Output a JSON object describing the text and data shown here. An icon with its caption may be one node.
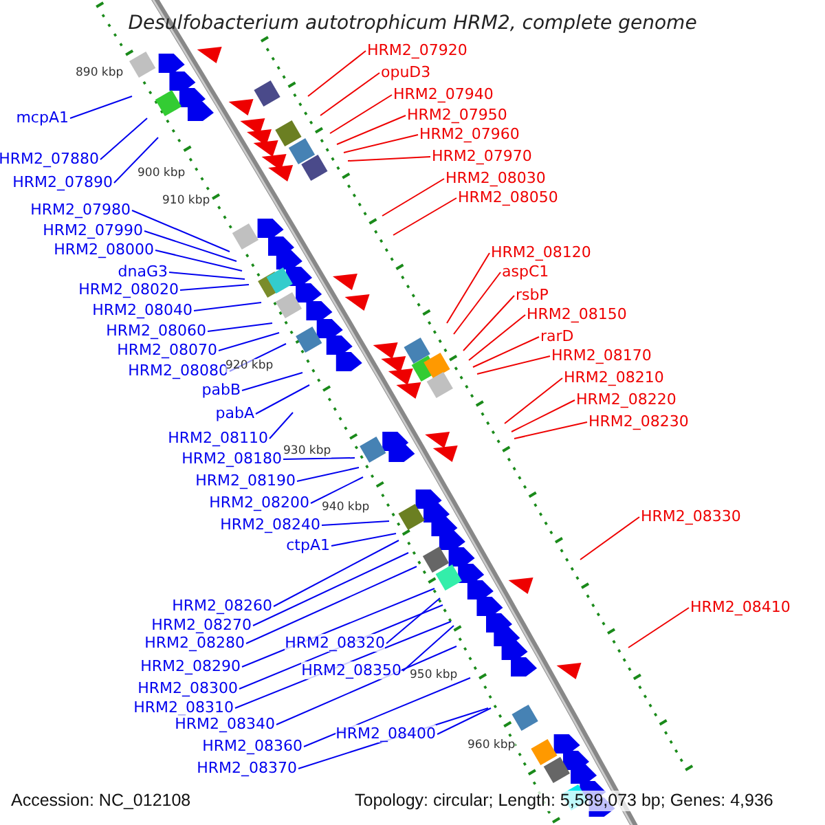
{
  "diagram": {
    "title": "Desulfobacterium autotrophicum HRM2, complete genome",
    "nodes": [
      {
        "text": [
          "mcpA1"
        ]
      },
      {
        "text": [
          "HRM2_07880"
        ]
      },
      {
        "text": [
          "HRM2_07890"
        ]
      },
      {
        "text": [
          "HRM2_07980"
        ]
      },
      {
        "text": [
          "HRM2_07990"
        ]
      },
      {
        "text": [
          "HRM2_08000"
        ]
      },
      {
        "text": [
          "dnaG3"
        ]
      },
      {
        "text": [
          "HRM2_08020"
        ]
      },
      {
        "text": [
          "HRM2_08040"
        ]
      },
      {
        "text": [
          "HRM2_08060"
        ]
      },
      {
        "text": [
          "HRM2_08070"
        ]
      },
      {
        "text": [
          "HRM2_08080"
        ]
      },
      {
        "text": [
          "pabB"
        ]
      },
      {
        "text": [
          "pabA"
        ]
      },
      {
        "text": [
          "HRM2_08110"
        ]
      },
      {
        "text": [
          "HRM2_08180"
        ]
      },
      {
        "text": [
          "HRM2_08190"
        ]
      },
      {
        "text": [
          "HRM2_08200"
        ]
      },
      {
        "text": [
          "HRM2_08240"
        ]
      },
      {
        "text": [
          "ctpA1"
        ]
      },
      {
        "text": [
          "HRM2_08260"
        ]
      },
      {
        "text": [
          "HRM2_08270"
        ]
      },
      {
        "text": [
          "HRM2_08280"
        ]
      },
      {
        "text": [
          "HRM2_08320"
        ]
      },
      {
        "text": [
          "HRM2_08290"
        ]
      },
      {
        "text": [
          "HRM2_08350"
        ]
      },
      {
        "text": [
          "HRM2_08300"
        ]
      },
      {
        "text": [
          "HRM2_08310"
        ]
      },
      {
        "text": [
          "HRM2_08340"
        ]
      },
      {
        "text": [
          "HRM2_08400"
        ]
      },
      {
        "text": [
          "HRM2_08360"
        ]
      },
      {
        "text": [
          "HRM2_08370"
        ]
      },
      {
        "text": [
          "HRM2_07920"
        ]
      },
      {
        "text": [
          "opuD3"
        ]
      },
      {
        "text": [
          "HRM2_07940"
        ]
      },
      {
        "text": [
          "HRM2_07950"
        ]
      },
      {
        "text": [
          "HRM2_07960"
        ]
      },
      {
        "text": [
          "HRM2_07970"
        ]
      },
      {
        "text": [
          "HRM2_08030"
        ]
      },
      {
        "text": [
          "HRM2_08050"
        ]
      },
      {
        "text": [
          "HRM2_08120"
        ]
      },
      {
        "text": [
          "aspC1"
        ]
      },
      {
        "text": [
          "rsbP"
        ]
      },
      {
        "text": [
          "HRM2_08150"
        ]
      },
      {
        "text": [
          "rarD"
        ]
      },
      {
        "text": [
          "HRM2_08170"
        ]
      },
      {
        "text": [
          "HRM2_08210"
        ]
      },
      {
        "text": [
          "HRM2_08220"
        ]
      },
      {
        "text": [
          "HRM2_08230"
        ]
      },
      {
        "text": [
          "HRM2_08330"
        ]
      },
      {
        "text": [
          "HRM2_08410"
        ]
      }
    ],
    "edges": [
      {
        "from": 0,
        "to": null,
        "arrow": "none"
      },
      {
        "from": 1,
        "to": null,
        "arrow": "none"
      },
      {
        "from": 2,
        "to": null,
        "arrow": "none"
      },
      {
        "from": 3,
        "to": null,
        "arrow": "none"
      },
      {
        "from": 4,
        "to": null,
        "arrow": "none"
      },
      {
        "from": 5,
        "to": null,
        "arrow": "none"
      },
      {
        "from": 6,
        "to": null,
        "arrow": "none"
      },
      {
        "from": 7,
        "to": null,
        "arrow": "none"
      },
      {
        "from": 8,
        "to": null,
        "arrow": "none"
      },
      {
        "from": 9,
        "to": null,
        "arrow": "none"
      },
      {
        "from": 10,
        "to": null,
        "arrow": "none"
      },
      {
        "from": 11,
        "to": null,
        "arrow": "none"
      },
      {
        "from": 12,
        "to": null,
        "arrow": "none"
      },
      {
        "from": 13,
        "to": null,
        "arrow": "none"
      },
      {
        "from": 14,
        "to": null,
        "arrow": "none"
      },
      {
        "from": 15,
        "to": null,
        "arrow": "none"
      },
      {
        "from": 16,
        "to": null,
        "arrow": "none"
      },
      {
        "from": 17,
        "to": null,
        "arrow": "none"
      },
      {
        "from": 18,
        "to": null,
        "arrow": "none"
      },
      {
        "from": 19,
        "to": null,
        "arrow": "none"
      },
      {
        "from": 20,
        "to": null,
        "arrow": "none"
      },
      {
        "from": 21,
        "to": null,
        "arrow": "none"
      },
      {
        "from": 22,
        "to": null,
        "arrow": "none"
      },
      {
        "from": 23,
        "to": null,
        "arrow": "none"
      },
      {
        "from": 24,
        "to": null,
        "arrow": "none"
      },
      {
        "from": 25,
        "to": null,
        "arrow": "none"
      },
      {
        "from": 26,
        "to": null,
        "arrow": "none"
      },
      {
        "from": 27,
        "to": null,
        "arrow": "none"
      },
      {
        "from": 28,
        "to": null,
        "arrow": "none"
      },
      {
        "from": 29,
        "to": null,
        "arrow": "none"
      },
      {
        "from": 30,
        "to": null,
        "arrow": "none"
      },
      {
        "from": 31,
        "to": null,
        "arrow": "none"
      },
      {
        "from": 32,
        "to": null,
        "arrow": "none",
        "color": "#ee0000"
      },
      {
        "from": 33,
        "to": null,
        "arrow": "none",
        "color": "#ee0000"
      },
      {
        "from": 34,
        "to": null,
        "arrow": "none",
        "color": "#ee0000"
      },
      {
        "from": 35,
        "to": null,
        "arrow": "none",
        "color": "#ee0000"
      },
      {
        "from": 36,
        "to": null,
        "arrow": "none",
        "color": "#ee0000"
      },
      {
        "from": 37,
        "to": null,
        "arrow": "none",
        "color": "#ee0000"
      },
      {
        "from": 38,
        "to": null,
        "arrow": "none",
        "color": "#ee0000"
      },
      {
        "from": 39,
        "to": null,
        "arrow": "none",
        "color": "#ee0000"
      },
      {
        "from": 40,
        "to": null,
        "arrow": "none",
        "color": "#ee0000"
      },
      {
        "from": 41,
        "to": null,
        "arrow": "none",
        "color": "#ee0000"
      },
      {
        "from": 42,
        "to": null,
        "arrow": "none",
        "color": "#ee0000"
      },
      {
        "from": 43,
        "to": null,
        "arrow": "none",
        "color": "#ee0000"
      },
      {
        "from": 44,
        "to": null,
        "arrow": "none",
        "color": "#ee0000"
      },
      {
        "from": 45,
        "to": null,
        "arrow": "none",
        "color": "#ee0000"
      },
      {
        "from": 46,
        "to": null,
        "arrow": "none",
        "color": "#ee0000"
      },
      {
        "from": 47,
        "to": null,
        "arrow": "none",
        "color": "#ee0000"
      },
      {
        "from": 48,
        "to": null,
        "arrow": "none",
        "color": "#ee0000"
      },
      {
        "from": 49,
        "to": null,
        "arrow": "none",
        "color": "#ee0000"
      },
      {
        "from": 50,
        "to": null,
        "arrow": "none",
        "color": "#ee0000"
      }
    ],
    "labels": [
      "890 kbp",
      "900 kbp",
      "910 kbp",
      "920 kbp",
      "930 kbp",
      "940 kbp",
      "950 kbp",
      "960 kbp",
      "Accession: NC_012108",
      "Topology: circular; Length: 5,589,073 bp; Genes: 4,936"
    ]
  }
}
